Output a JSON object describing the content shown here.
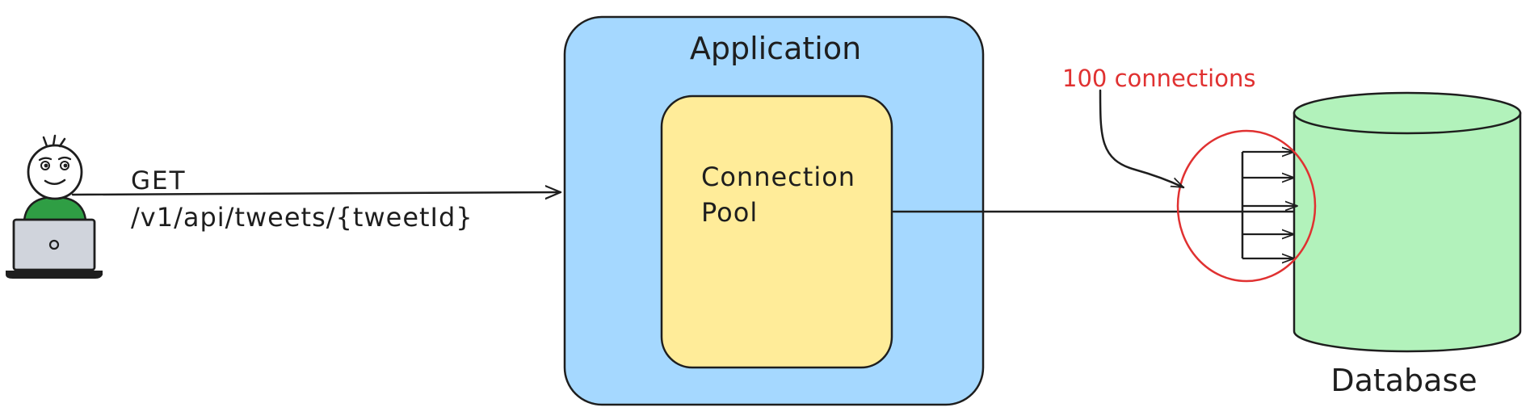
{
  "request": {
    "method": "GET",
    "path": "/v1/api/tweets/{tweetId}"
  },
  "application": {
    "title": "Application"
  },
  "pool": {
    "line1": "Connection",
    "line2": "Pool"
  },
  "annotation": {
    "text": "100 connections",
    "color": "#e03131"
  },
  "database": {
    "label": "Database"
  },
  "colors": {
    "application_fill": "#a5d8ff",
    "pool_fill": "#ffec99",
    "database_fill": "#b2f2bb",
    "user_shirt": "#2f9e44",
    "laptop_fill": "#d0d4dc",
    "stroke": "#1e1e1e"
  },
  "icons": {
    "user": "user-with-laptop-icon",
    "database": "database-cylinder-icon"
  }
}
